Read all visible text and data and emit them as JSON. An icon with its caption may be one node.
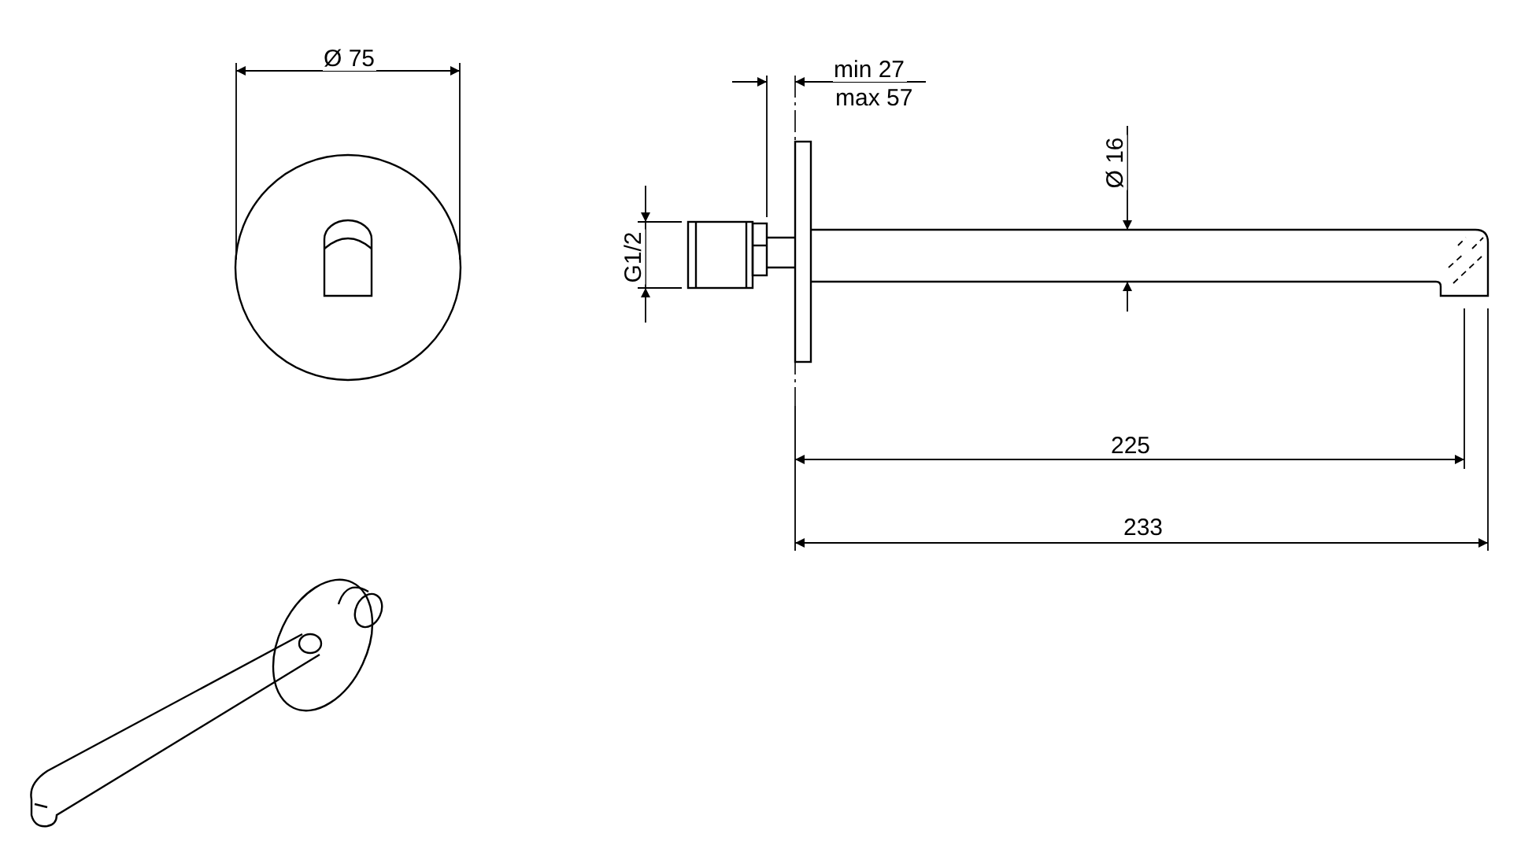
{
  "diagram": {
    "labels": [
      "Ø 75",
      "min 27",
      "max 57",
      "Ø 16",
      "G1/2",
      "225",
      "233"
    ]
  }
}
